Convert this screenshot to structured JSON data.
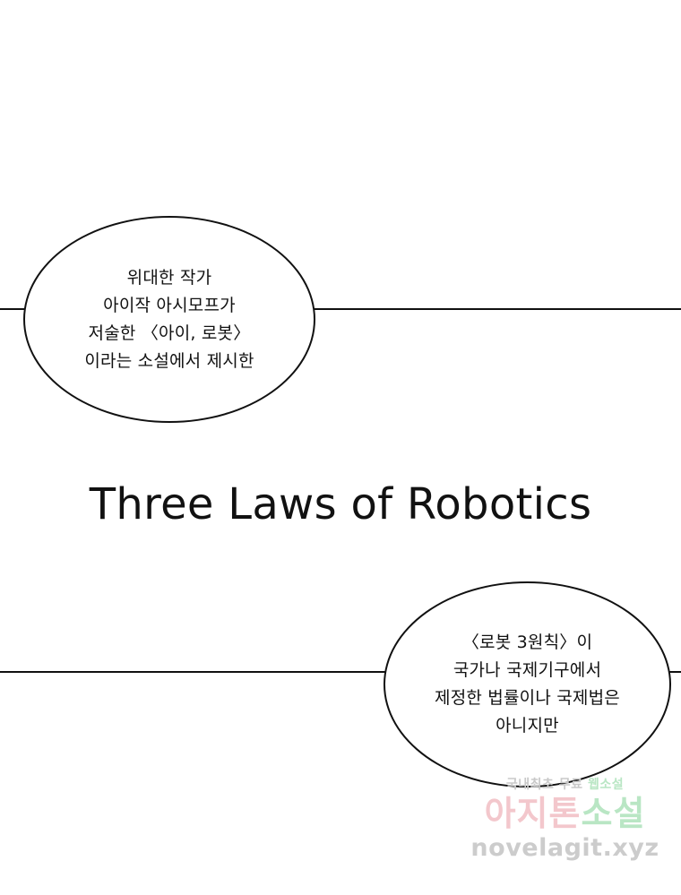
{
  "bubble_top": {
    "lines": [
      "위대한 작가",
      "아이작 아시모프가",
      "저술한 〈아이, 로봇〉",
      "이라는 소설에서 제시한"
    ]
  },
  "title": "Three Laws of Robotics",
  "bubble_bottom": {
    "lines": [
      "〈로봇 3원칙〉이",
      "국가나 국제기구에서",
      "제정한 법률이나 국제법은",
      "아니지만"
    ]
  },
  "watermark": {
    "top_left": "국내최초 무료",
    "top_right": "웹소설",
    "mid_left": "아지톤",
    "mid_right": "소설",
    "bottom": "novelagit.xyz"
  },
  "colors": {
    "ink": "#111111",
    "background": "#ffffff",
    "watermark_pink": "#f3c7cc",
    "watermark_green": "#b9e6c4",
    "watermark_gray": "#cccccc"
  }
}
